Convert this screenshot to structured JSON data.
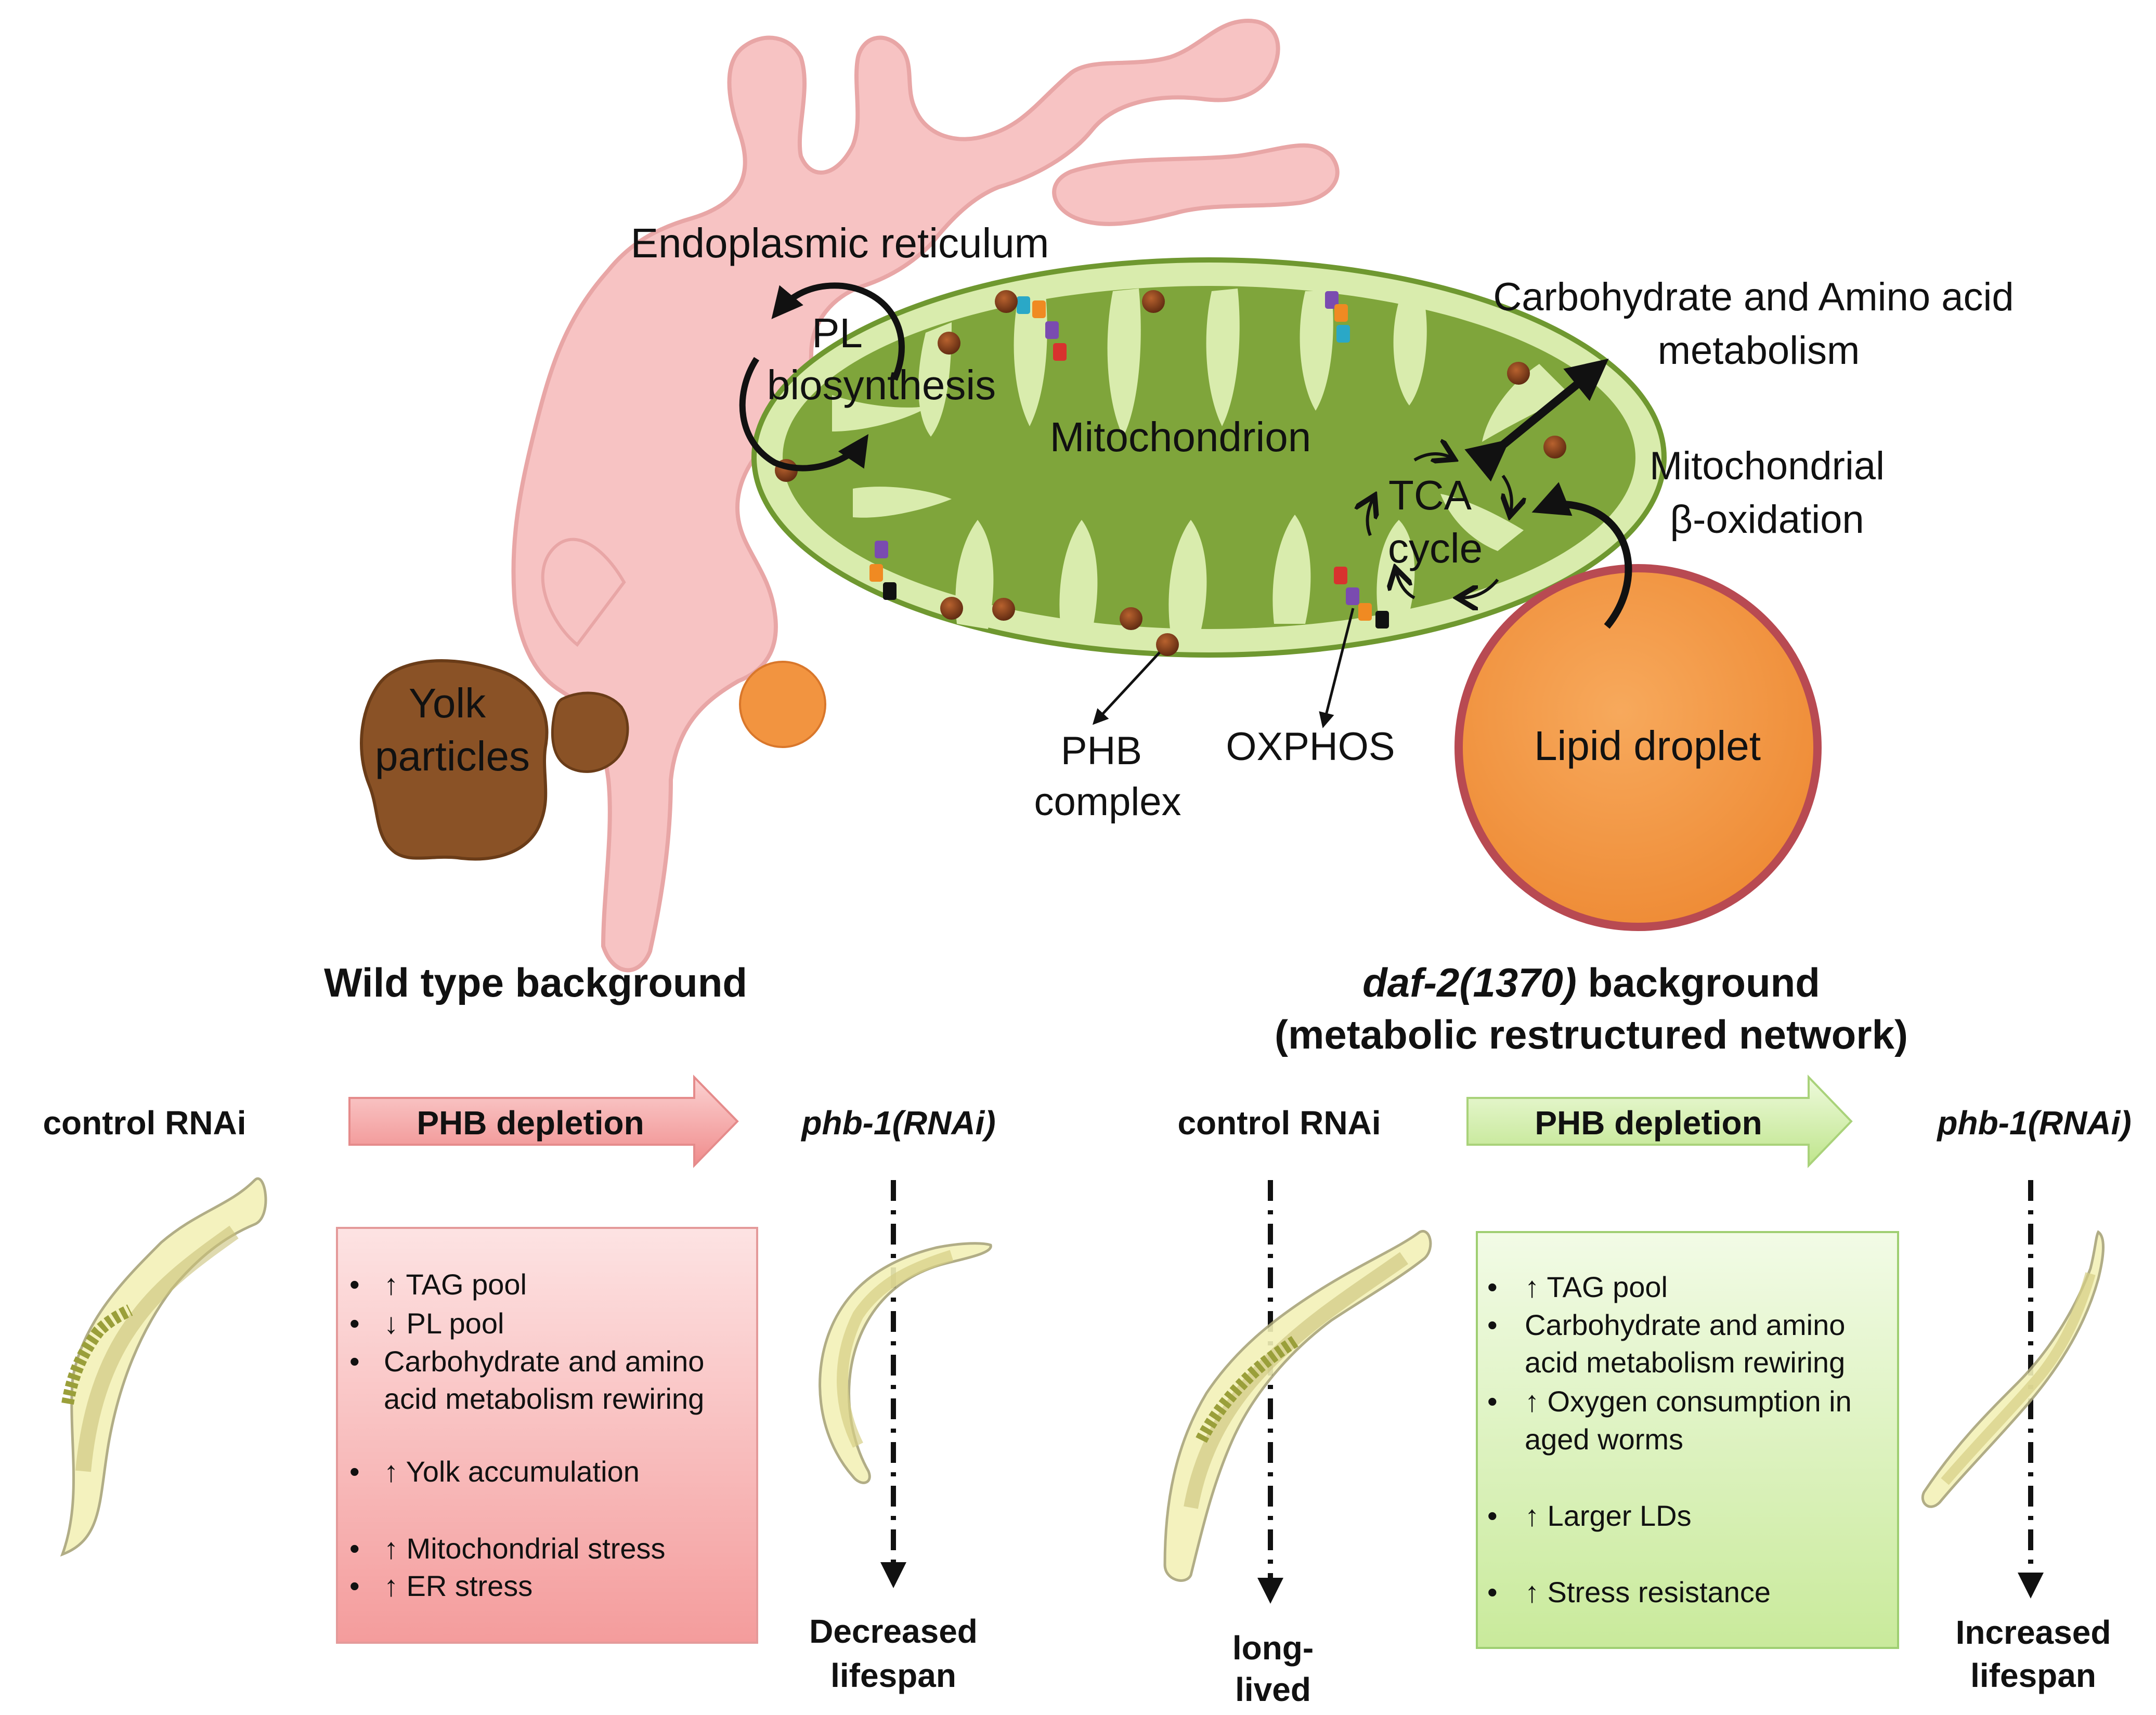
{
  "figure": {
    "organelles": {
      "er": "Endoplasmic reticulum",
      "pl_line1": "PL",
      "pl_line2": "biosynthesis",
      "mito": "Mitochondrion",
      "tca_line1": "TCA",
      "tca_line2": "cycle",
      "carb_line1": "Carbohydrate and Amino acid",
      "carb_line2": "metabolism",
      "beta_line1": "Mitochondrial",
      "beta_line2": "β-oxidation",
      "yolk_line1": "Yolk",
      "yolk_line2": "particles",
      "phb_line1": "PHB",
      "phb_line2": "complex",
      "oxphos": "OXPHOS",
      "lipid": "Lipid droplet"
    },
    "wild_type": {
      "heading": "Wild type background",
      "control": "control RNAi",
      "depletion": "PHB depletion",
      "rnai": "phb-1(RNAi)",
      "bullets": [
        "↑ TAG pool",
        "↓ PL pool",
        "Carbohydrate and amino",
        "acid metabolism rewiring",
        "↑ Yolk accumulation",
        "↑ Mitochondrial stress",
        "↑ ER stress"
      ],
      "outcome_line1": "Decreased",
      "outcome_line2": "lifespan"
    },
    "daf2": {
      "heading_italic": "daf-2(1370)",
      "heading_rest": " background",
      "heading_line2": "(metabolic restructured network)",
      "control": "control RNAi",
      "depletion": "PHB depletion",
      "rnai": "phb-1(RNAi)",
      "bullets": [
        "↑ TAG pool",
        "Carbohydrate and amino",
        "acid metabolism rewiring",
        "↑ Oxygen consumption in",
        "aged worms",
        "↑ Larger LDs",
        "↑ Stress resistance"
      ],
      "control_outcome_line1": "long-",
      "control_outcome_line2": "lived",
      "outcome_line1": "Increased",
      "outcome_line2": "lifespan"
    },
    "colors": {
      "er_fill": "#f7c3c3",
      "mito_outer": "#d9ecad",
      "mito_inner": "#7fa53b",
      "lipid_fill": "#f39a48",
      "lipid_edge": "#b84a52",
      "yolk": "#8a5226",
      "wt_box": "#f9b8b8",
      "daf_box": "#dcf2bc"
    }
  }
}
